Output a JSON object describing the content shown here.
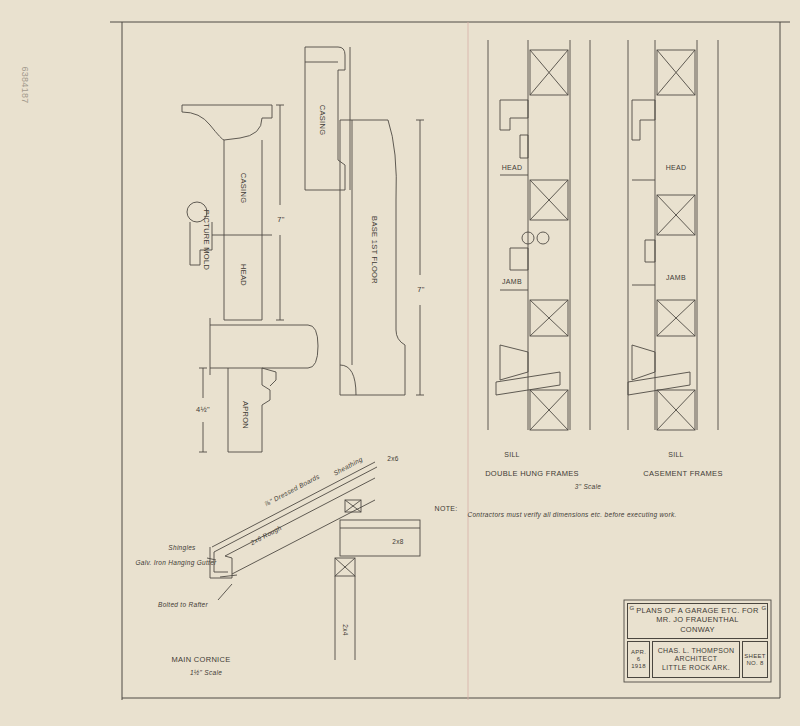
{
  "diagram": {
    "nodes": [
      {
        "text": [
          "PLANS OF A GARAGE ETC. FOR MR. JO FRAUENTHAL",
          "CONWAY"
        ]
      },
      {
        "text": [
          "APR. 6 1918"
        ]
      },
      {
        "text": [
          "CHAS. L. THOMPSON",
          "ARCHITECT",
          "LITTLE ROCK ARK."
        ]
      },
      {
        "text": [
          "SHEET NO. 8"
        ]
      }
    ],
    "labels": [
      "6384187",
      "PICTURE MOLD",
      "CASING",
      "HEAD",
      "7\"",
      "CASING",
      "BASE 1ST FLOOR",
      "7\"",
      "APRON",
      "4½\"",
      "HEAD",
      "JAMB",
      "SILL",
      "HEAD",
      "JAMB",
      "SILL",
      "DOUBLE HUNG FRAMES",
      "3\" Scale",
      "CASEMENT FRAMES",
      "NOTE:",
      "Contractors must verify all dimensions etc. before executing work.",
      "⅞\" Dressed Boards",
      "Sheathing",
      "2x6",
      "Shingles",
      "Galv. Iron Hanging Gutter",
      "Bolted to Rafter",
      "2x6 Rough",
      "2x8",
      "2x4",
      "MAIN CORNICE",
      "1½\" Scale",
      "G",
      "G"
    ]
  }
}
